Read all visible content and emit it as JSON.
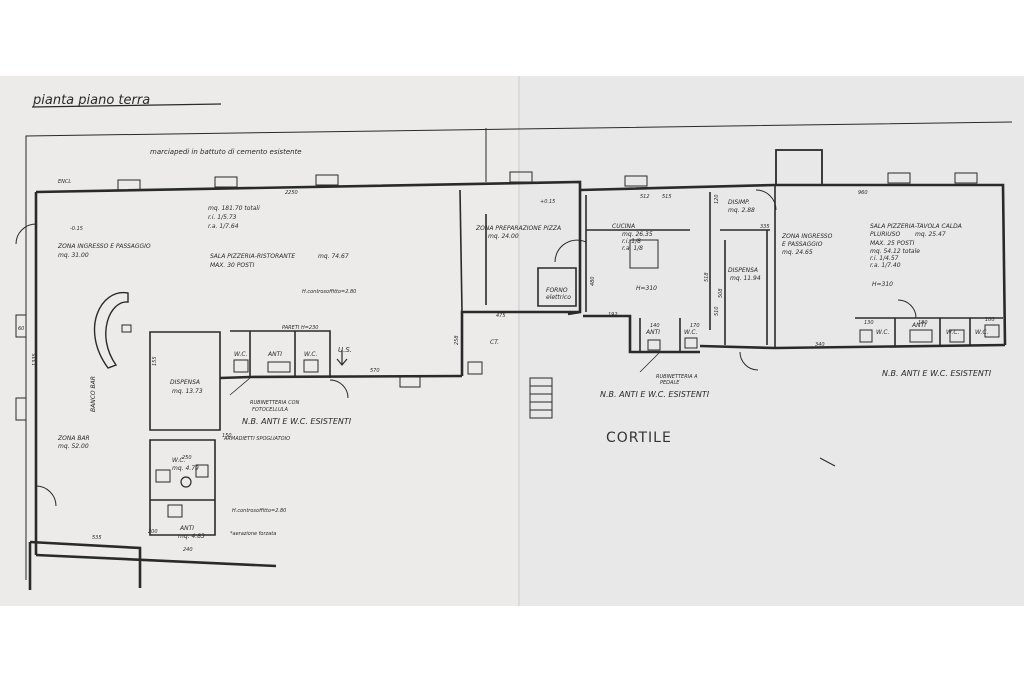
{
  "title": "pianta piano terra",
  "header_note": "marciapedi in battuto di cemento esistente",
  "courtyard_label": "CORTILE",
  "notes": {
    "nb_left": "N.B. ANTI E W.C. ESISTENTI",
    "nb_center": "N.B. ANTI E W.C. ESISTENTI",
    "nb_right": "N.B. ANTI E W.C. ESISTENTI"
  },
  "rooms": {
    "sala_main_totals": "mq. 181.70 totali",
    "sala_main_ri": "r.i. 1/5.73",
    "sala_main_ra": "r.a. 1/7.64",
    "zona_ingresso_left": "ZONA INGRESSO E PASSAGGIO",
    "zona_ingresso_left_mq": "mq. 31.00",
    "sala_pizzeria": "SALA PIZZERIA-RISTORANTE",
    "sala_pizzeria_mq": "mq. 74.67",
    "sala_pizzeria_max": "MAX. 30 POSTI",
    "zona_prep": "ZONA PREPARAZIONE PIZZA",
    "zona_prep_mq": "mq. 24.00",
    "forno": "FORNO",
    "forno_sub": "elettrico",
    "cucina": "CUCINA",
    "cucina_mq": "mq. 26.35",
    "cucina_ri": "r.i. 1/8",
    "cucina_ra": "r.a. 1/8",
    "disimp": "DISIMP.",
    "disimp_mq": "mq. 2.88",
    "dispensa_right": "DISPENSA",
    "dispensa_right_mq": "mq. 11.94",
    "zona_ingresso_right": "ZONA INGRESSO",
    "zona_ingresso_right2": "E PASSAGGIO",
    "zona_ingresso_right_mq": "mq. 24.65",
    "sala_calda": "SALA PIZZERIA-TAVOLA CALDA",
    "pluriuso": "PLURIUSO",
    "pluriuso_mq": "mq. 25.47",
    "sala_calda_max": "MAX. 25 POSTI",
    "sala_calda_tot": "mq. 54.12 totale",
    "sala_calda_ri": "r.i. 1/4.57",
    "sala_calda_ra": "r.a. 1/7.40",
    "h310_a": "H=310",
    "h310_b": "H=310",
    "dispensa_left": "DISPENSA",
    "dispensa_left_mq": "mq. 13.73",
    "zona_bar": "ZONA BAR",
    "zona_bar_mq": "mq. 52.00",
    "banco_bar": "BANCO BAR",
    "wc_left_1": "W.C.",
    "anti_left_1": "ANTI",
    "wc_left_2": "W.C.",
    "us": "U.S.",
    "ct": "CT.",
    "anti_center": "ANTI",
    "wc_center": "W.C.",
    "wc_bottom": "W.C.",
    "wc_bottom_mq": "mq. 4.79",
    "anti_bottom": "ANTI",
    "anti_bottom_mq": "mq. 4.83",
    "wc_right_1": "W.C.",
    "anti_right": "ANTI",
    "wc_right_2": "W.C.",
    "wc_right_3": "W.C."
  },
  "annotations": {
    "controsoffitto_1": "H.controsoffitto=2.80",
    "pareti": "PARETI H=230",
    "rubinetteria_foto": "RUBINETTERIA CON",
    "fotocellula": "FOTOCELLULA",
    "armadietti": "ARMADIETTI SPOGLIATOIO",
    "controsoffitto_2": "H.controsoffitto=2.80",
    "aerazione": "*aerazione forzata",
    "rubinetteria_pedale": "RUBINETTERIA A",
    "pedale": "PEDALE",
    "level_1": "-0.15",
    "level_2": "+0.15",
    "encl": "ENCL"
  },
  "dimensions": {
    "d2250": "2250",
    "d960": "960",
    "d512": "512",
    "d515": "515",
    "d340": "340",
    "d570": "570",
    "d535": "535",
    "d240": "240",
    "d192": "192",
    "d120": "120",
    "d335": "335",
    "d475": "475",
    "d258": "258",
    "d518": "518",
    "d510": "510",
    "d508": "508",
    "d480": "480",
    "d1335": "1335",
    "d155": "155",
    "d200": "200",
    "d150": "150",
    "d250": "250",
    "d130": "130",
    "d140": "140",
    "d170": "170",
    "d180": "180",
    "d100": "100",
    "d60": "60"
  }
}
